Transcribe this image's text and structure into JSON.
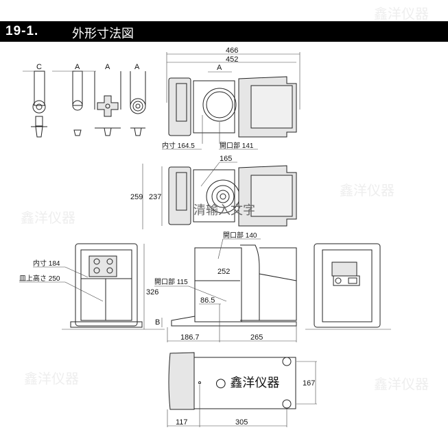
{
  "header": {
    "number": "19-1.",
    "title": "外形寸法図"
  },
  "watermark": "鑫洋仪器",
  "overlay_text": "清输入文字",
  "pans": [
    "C",
    "A",
    "A",
    "A"
  ],
  "top_view": {
    "width_overall": "466",
    "width_body": "452",
    "pan_dim": "A",
    "inner_label": "内寸 164.5",
    "opening_label": "開口部 141"
  },
  "top_view2": {
    "depth_overall": "259",
    "depth_body": "237",
    "pan_diameter": "165"
  },
  "front_view": {
    "inner_label": "内寸 184",
    "pan_height_label": "皿上高さ 250",
    "height": "326"
  },
  "side_view": {
    "opening_top_label": "開口部 140",
    "chamber_height": "252",
    "opening_side_label": "開口部 115",
    "pan_offset": "86.5",
    "base_label": "B",
    "front_depth": "186.7",
    "rear_depth": "265"
  },
  "bottom_view": {
    "foot_spacing": "167",
    "front_offset": "117",
    "foot_depth": "305",
    "watermark": "○ 鑫洋仪器"
  }
}
